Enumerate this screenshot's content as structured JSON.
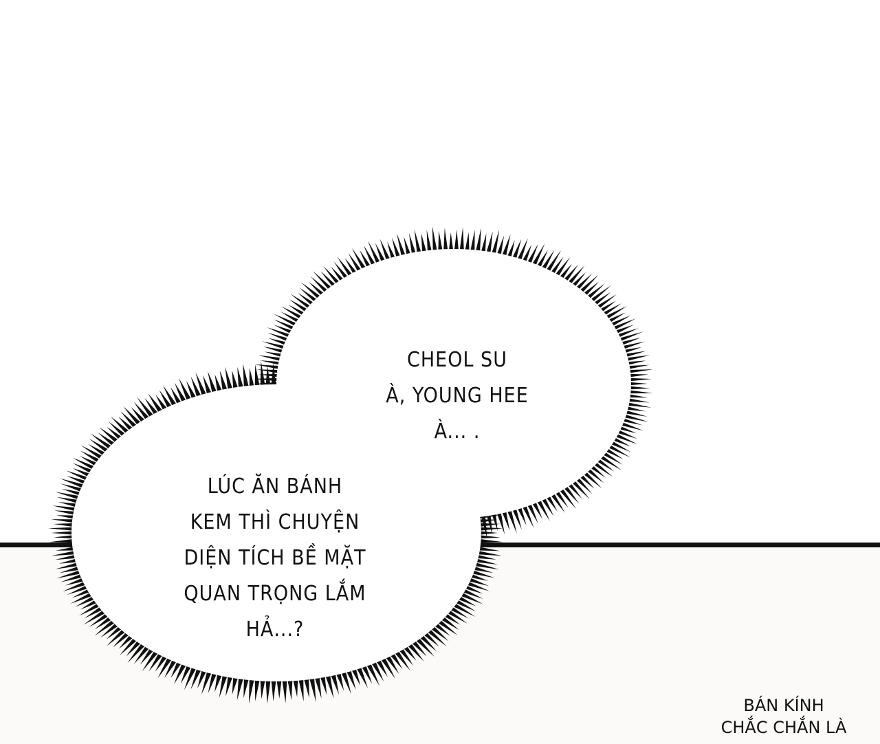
{
  "bubble_right": {
    "lines": [
      "CHEOL SU",
      "À, YOUNG HEE",
      "À... ."
    ]
  },
  "bubble_left": {
    "lines": [
      "LÚC ĂN BÁNH",
      "KEM THÌ CHUYỆN",
      "DIỆN TÍCH BỀ MẶT",
      "QUAN TRỌNG LẮM",
      "HẢ...?"
    ]
  },
  "caption": {
    "lines": [
      "BÁN KÍNH",
      "CHẮC CHẮN LÀ"
    ]
  },
  "colors": {
    "ink": "#111111",
    "lower_panel": "#fbfaf8",
    "upper_panel": "#ffffff"
  }
}
